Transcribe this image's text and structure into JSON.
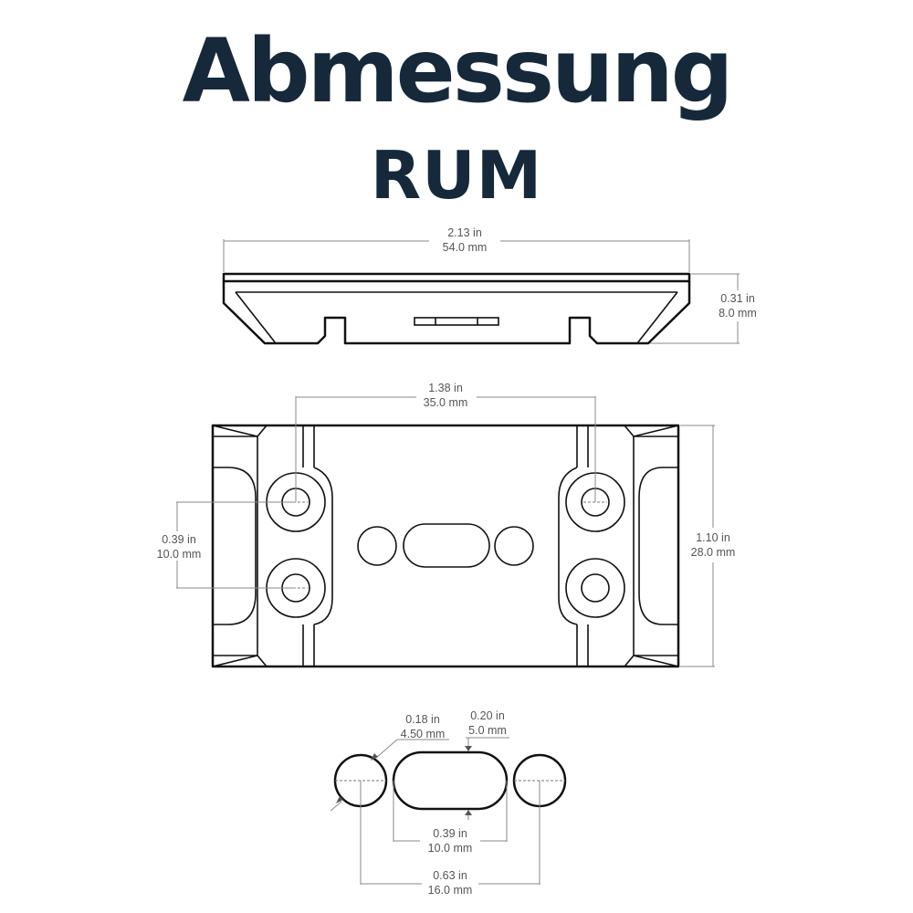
{
  "title": "Abmessung",
  "subtitle": "RUM",
  "dimensions": {
    "overall_width": {
      "inch": "2.13 in",
      "mm": "54.0 mm"
    },
    "thickness": {
      "inch": "0.31 in",
      "mm": "8.0 mm"
    },
    "hole_spacing_x": {
      "inch": "1.38 in",
      "mm": "35.0 mm"
    },
    "hole_spacing_y": {
      "inch": "0.39 in",
      "mm": "10.0 mm"
    },
    "overall_height": {
      "inch": "1.10 in",
      "mm": "28.0 mm"
    },
    "hole_diameter": {
      "inch": "0.18 in",
      "mm": "4.50 mm"
    },
    "slot_width": {
      "inch": "0.20 in",
      "mm": "5.0 mm"
    },
    "slot_length": {
      "inch": "0.39 in",
      "mm": "10.0 mm"
    },
    "outer_hole_spacing": {
      "inch": "0.63 in",
      "mm": "16.0 mm"
    }
  },
  "colors": {
    "title": "#16293b",
    "outline": "#111111",
    "dimension_line": "#8a8a8a",
    "dimension_text": "#555555"
  }
}
